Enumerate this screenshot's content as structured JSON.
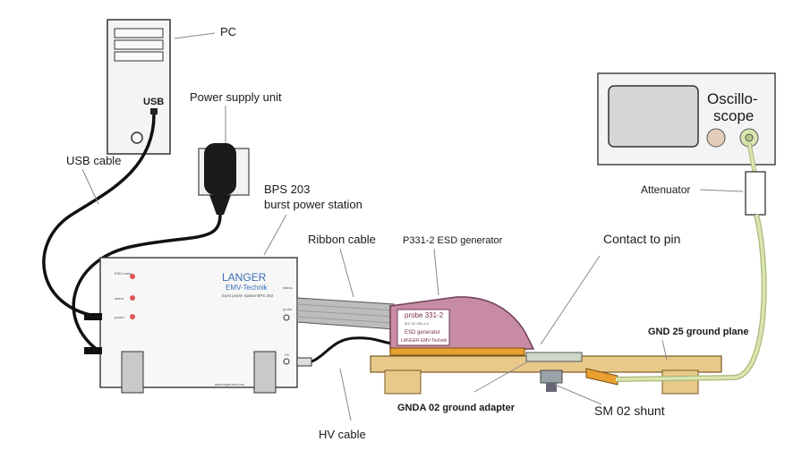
{
  "labels": {
    "pc": "PC",
    "usb_port": "USB",
    "usb_cable": "USB cable",
    "power_supply": "Power supply unit",
    "bps_line1": "BPS 203",
    "bps_line2": "burst power station",
    "ribbon_cable": "Ribbon cable",
    "esd_generator": "P331-2 ESD generator",
    "contact_to_pin": "Contact to pin",
    "oscilloscope_line1": "Oscillo-",
    "oscilloscope_line2": "scope",
    "attenuator": "Attenuator",
    "gnd25": "GND 25 ground plane",
    "hv_cable": "HV cable",
    "gnda02": "GNDA 02 ground adapter",
    "sm02": "SM 02 shunt"
  },
  "bps_panel": {
    "brand": "LANGER",
    "brand_sub": "EMV-Technik",
    "model": "burst power station BPS 203",
    "led1": "ESD\nready",
    "led2": "active",
    "led3": "power",
    "status": "status",
    "probe": "probe",
    "hv": "HV",
    "website": "www.langer-emv.com"
  },
  "probe_label": {
    "line1": "probe 331-2",
    "line2": "IEC 61 000-4-2",
    "line3": "ESD generator",
    "line4": "LANGER EMV-Technik"
  },
  "colors": {
    "probe_body": "#c88ba6",
    "ground_plane": "#e8c98a",
    "cable": "#111111",
    "scope_cable": "#d9e6b0",
    "led": "#e05555",
    "brand_blue": "#3a6fb5"
  }
}
